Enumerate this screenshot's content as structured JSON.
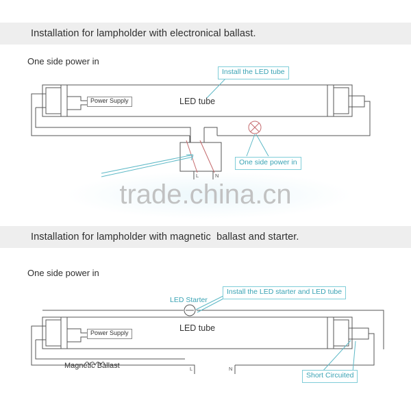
{
  "page": {
    "watermark": "trade.china.cn"
  },
  "sections": [
    {
      "id": "electronic-ballast",
      "band_title": "Installation for lampholder with electronical ballast.",
      "sub_label": "One side power in",
      "tube_label": "LED tube",
      "power_supply_label": "Power Supply",
      "terminal_l": "L",
      "terminal_n": "N",
      "callouts": [
        {
          "id": "install-led-tube",
          "text": "Install the LED tube"
        },
        {
          "id": "one-side-power-in",
          "text": "One side power in"
        }
      ]
    },
    {
      "id": "magnetic-ballast",
      "band_title": "Installation for lampholder with magnetic  ballast and starter.",
      "sub_label": "One side power in",
      "tube_label": "LED tube",
      "power_supply_label": "Power Supply",
      "starter_label": "LED Starter",
      "ballast_label": "Magnetic Ballast",
      "terminal_l": "L",
      "terminal_n": "N",
      "callouts": [
        {
          "id": "install-starter-and-tube",
          "text": "Install the LED starter and LED tube"
        },
        {
          "id": "short-circuited",
          "text": "Short Circuited"
        }
      ]
    }
  ],
  "colors": {
    "band_bg": "#eeeeee",
    "teal": "#3aa3b4",
    "teal_border": "#7fcdd8",
    "wire": "#555555",
    "red_mark": "#c4696c",
    "watermark": "#bfbfbf",
    "text": "#2e2e2e"
  }
}
